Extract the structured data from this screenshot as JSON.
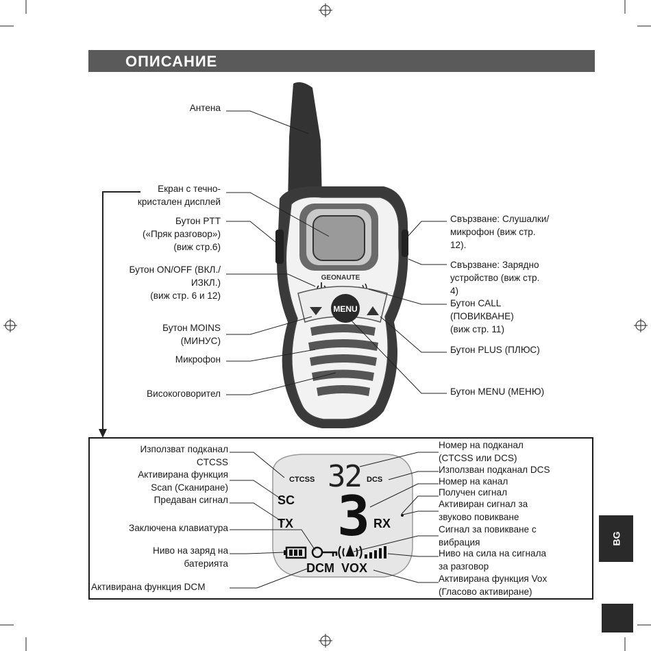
{
  "header": {
    "title": "ОПИСАНИЕ"
  },
  "device": {
    "brand": "GEONAUTE",
    "menu_button": "MENU"
  },
  "labels_left": {
    "antenna": [
      "Антена"
    ],
    "screen": [
      "Екран с течно-",
      "кристален дисплей"
    ],
    "ptt": [
      "Бутон PTT",
      "(«Пряк разговор»)",
      "(виж стр.6)"
    ],
    "onoff": [
      "Бутон ON/OFF (ВКЛ./",
      "ИЗКЛ.)",
      "(виж стр. 6 и 12)"
    ],
    "moins": [
      "Бутон MOINS",
      "(МИНУС)"
    ],
    "mic": [
      "Микрофон"
    ],
    "speaker": [
      "Високоговорител"
    ]
  },
  "labels_right": {
    "headset": [
      "Свързване: Слушалки/",
      "микрофон (виж стр.",
      "12)."
    ],
    "charger": [
      "Свързване: Зарядно",
      "устройство (виж стр.",
      "4)"
    ],
    "call": [
      "Бутон CALL",
      "(ПОВИКВАНЕ)",
      "(виж стр. 11)"
    ],
    "plus": [
      "Бутон PLUS (ПЛЮС)"
    ],
    "menu": [
      "Бутон MENU (МЕНЮ)"
    ]
  },
  "lcd": {
    "ctcss": "CTCSS",
    "subchannel_digits": "32",
    "dcs": "DCS",
    "sc": "SC",
    "tx": "TX",
    "channel_digit": "3",
    "rx": "RX",
    "dcm": "DCM",
    "vox": "VOX"
  },
  "lcd_labels_left": {
    "ctcss": [
      "Използват подканал",
      "CTCSS"
    ],
    "scan": [
      "Активирана функция",
      "Scan (Сканиране)"
    ],
    "tx": [
      "Предаван сигнал"
    ],
    "lock": [
      "Заключена клавиатура"
    ],
    "battery": [
      "Ниво на заряд на",
      "батерията"
    ],
    "dcm": [
      "Активирана функция DCM"
    ]
  },
  "lcd_labels_right": {
    "subch_num": [
      "Номер на подканал",
      "(CTCSS или DCS)"
    ],
    "dcs": [
      "Използван подканал DCS"
    ],
    "channel": [
      "Номер на канал"
    ],
    "rx": [
      "Получен сигнал"
    ],
    "sound_call": [
      "Активиран сигнал за",
      "звуково повикване"
    ],
    "vibra": [
      "Сигнал за повикване с",
      "вибрация"
    ],
    "signal": [
      "Ниво на сила на сигнала",
      "за разговор"
    ],
    "vox": [
      "Активирана функция Vox",
      "(Гласово активиране)"
    ]
  },
  "side_tab": "BG",
  "colors": {
    "header_bg": "#5a5a5a",
    "dark": "#2a2a2a",
    "screen": "#a8a8a8",
    "lcd_bg": "#e6e6e6"
  }
}
